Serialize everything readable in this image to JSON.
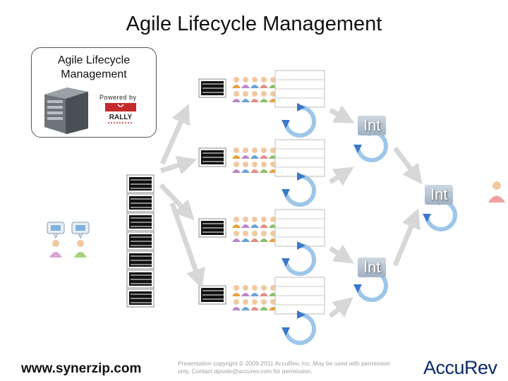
{
  "slide": {
    "title": "Agile Lifecycle Management",
    "alm_box": {
      "title": "Agile Lifecycle Management",
      "powered_by": "Powered by",
      "logo_text": "RALLY"
    },
    "integration_labels": [
      "Int",
      "Int",
      "Int"
    ],
    "footer": {
      "url": "www.synerzip.com",
      "copyright": "Presentation copyright © 2009-2011 AccuRev, Inc. May be used with permission only. Contact dpoole@accurev.com for permission.",
      "brand": "AccuRev"
    }
  },
  "colors": {
    "arrow": "#d7d7d7",
    "cycle": "#9ec6ea",
    "cycle_dark": "#3a78c8",
    "backlog": "#111111",
    "brand": "#0a2a6b"
  }
}
